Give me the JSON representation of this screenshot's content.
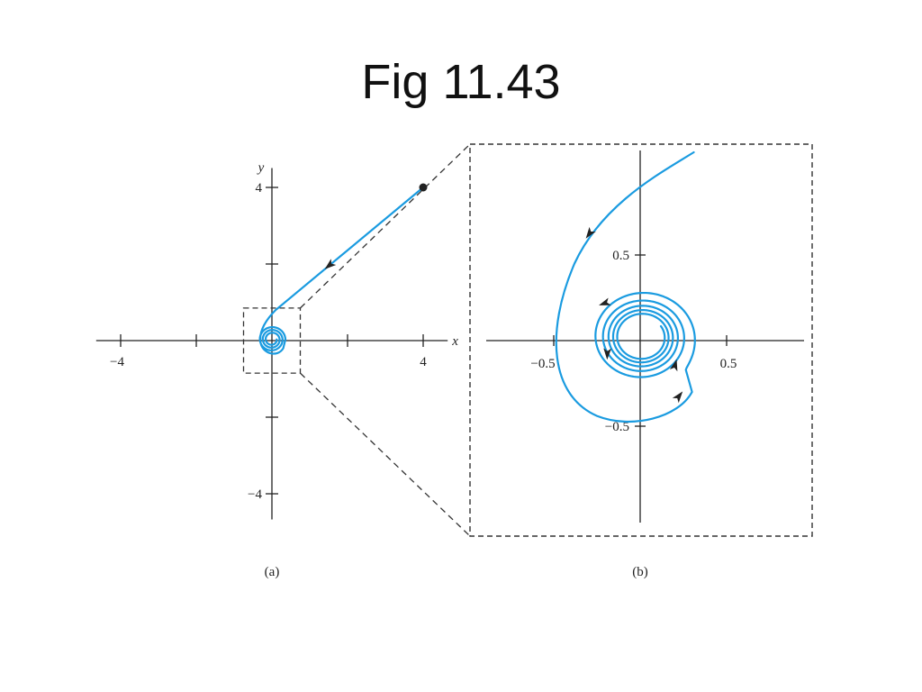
{
  "slide": {
    "title": "Fig 11.43"
  },
  "colors": {
    "trajectory": "#1a9be0",
    "axes": "#222222",
    "dashed_box": "#333333"
  },
  "panel_a": {
    "caption": "(a)",
    "x_axis_label": "x",
    "y_axis_label": "y",
    "x_range": [
      -4.6,
      4.6
    ],
    "y_range": [
      -4.6,
      4.6
    ],
    "x_ticks": [
      -4,
      -2,
      2,
      4
    ],
    "y_ticks": [
      -4,
      -2,
      2,
      4
    ],
    "x_tick_labels": [
      {
        "value": -4,
        "label": "−4"
      },
      {
        "value": 4,
        "label": "4"
      }
    ],
    "y_tick_labels": [
      {
        "value": 4,
        "label": "4"
      },
      {
        "value": -4,
        "label": "−4"
      }
    ],
    "start_point": [
      4,
      4
    ],
    "zoom_box": {
      "x": [
        -0.75,
        0.75
      ],
      "y": [
        -0.85,
        0.85
      ]
    }
  },
  "panel_b": {
    "caption": "(b)",
    "x_range": [
      -0.85,
      0.9
    ],
    "y_range": [
      -1.05,
      1.1
    ],
    "x_tick_labels": [
      {
        "value": -0.5,
        "label": "−0.5"
      },
      {
        "value": 0.5,
        "label": "0.5"
      }
    ],
    "y_tick_labels": [
      {
        "value": 0.5,
        "label": "0.5"
      },
      {
        "value": -0.5,
        "label": "−0.5"
      }
    ]
  }
}
